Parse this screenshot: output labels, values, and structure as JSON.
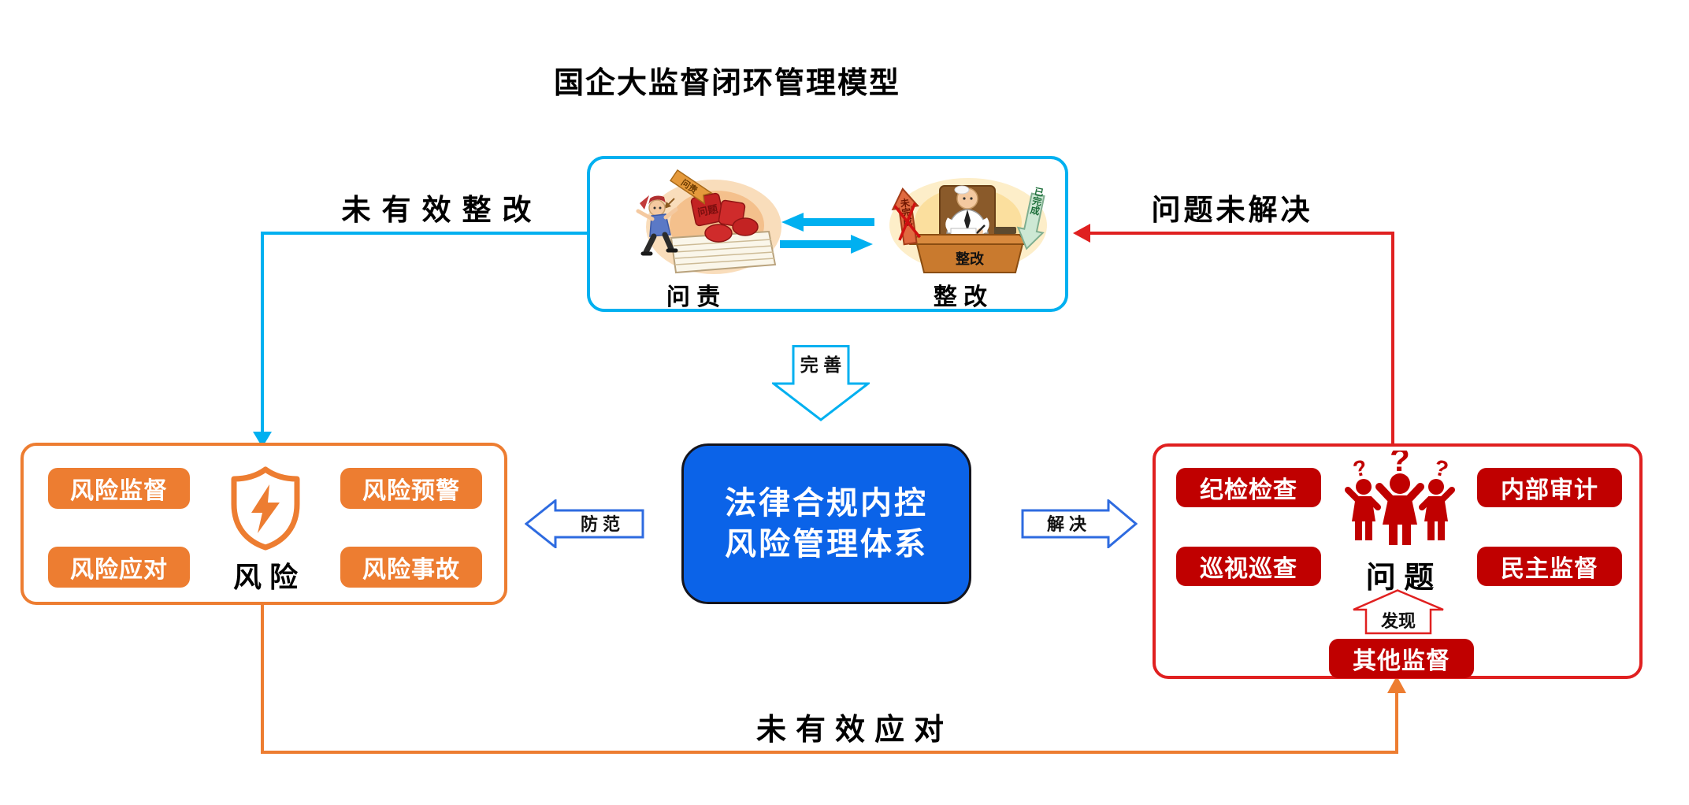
{
  "title": "国企大监督闭环管理模型",
  "colors": {
    "cyan": "#00b0f0",
    "center_blue": "#0b63e8",
    "arrow_blue": "#2e6be0",
    "orange": "#ed7d31",
    "dark_red": "#c00000",
    "bright_red": "#e02020"
  },
  "flows": {
    "not_rectified": "未有效整改",
    "unsolved": "问题未解决",
    "not_responded": "未有效应对",
    "improve": "完 善",
    "prevent": "防 范",
    "solve": "解 决",
    "discover": "发现"
  },
  "top_box": {
    "accountability_caption": "问 责",
    "rectification_caption": "整 改",
    "accountability_art": {
      "banner_label": "问责",
      "stack_label": "问题"
    },
    "rectification_art": {
      "desk_label": "整改",
      "undone_label": "未完成",
      "done_label": "已完成"
    }
  },
  "center_box": {
    "line1": "法律合规内控",
    "line2": "风险管理体系"
  },
  "risk_box": {
    "label": "风 险",
    "items": [
      "风险监督",
      "风险预警",
      "风险应对",
      "风险事故"
    ]
  },
  "problem_box": {
    "label": "问 题",
    "question_mark": "?",
    "items": [
      "纪检检查",
      "内部审计",
      "巡视巡查",
      "民主监督",
      "其他监督"
    ]
  }
}
